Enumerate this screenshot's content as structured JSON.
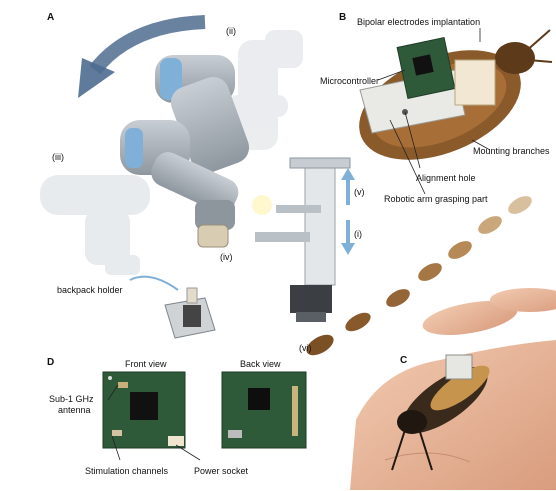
{
  "panels": {
    "a": {
      "letter": "A",
      "steps": {
        "ii": "(ii)",
        "iii": "(iii)",
        "iv": "(iv)",
        "v": "(v)",
        "i": "(i)",
        "vi": "(vi)"
      },
      "backpack_holder": "backpack holder"
    },
    "b": {
      "letter": "B",
      "bipolar": "Bipolar electrodes implantation",
      "microcontroller": "Microcontroller",
      "mounting": "Mounting branches",
      "alignment": "Alignment hole",
      "grasping": "Robotic arm grasping part"
    },
    "c": {
      "letter": "C"
    },
    "d": {
      "letter": "D",
      "front_view": "Front view",
      "back_view": "Back view",
      "antenna_line1": "Sub-1 GHz",
      "antenna_line2": "antenna",
      "stim": "Stimulation channels",
      "power": "Power socket"
    }
  },
  "colors": {
    "robot_gray": "#a9b3bc",
    "robot_blue": "#7fb1d8",
    "arrow_blue": "#4e6c8f",
    "roach_brown": "#8a5a2a",
    "pcb_green": "#2f5a3a",
    "skin": "#e9b79a"
  }
}
